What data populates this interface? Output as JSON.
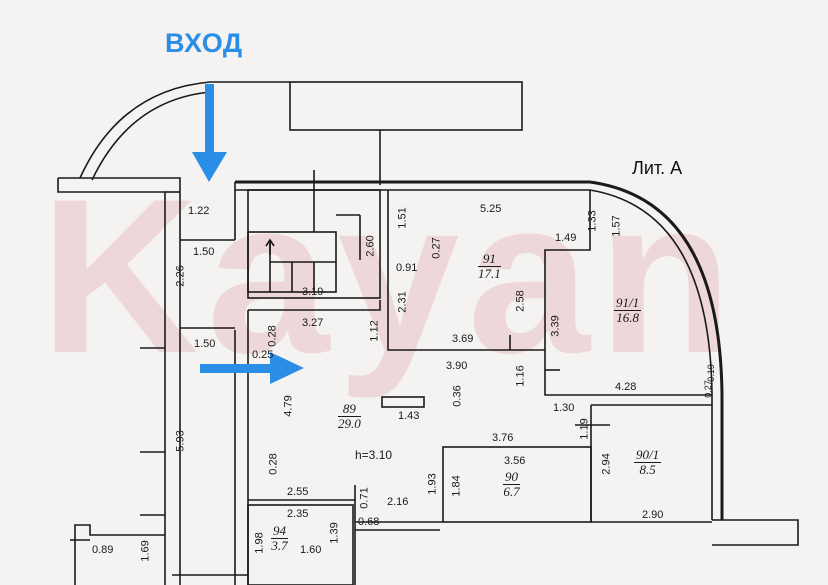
{
  "header": {
    "entrance_label": "ВХОД",
    "litera_label": "Лит. А"
  },
  "watermark": "Kayan",
  "colors": {
    "arrow": "#2a8ee6",
    "lines": "#1a1a1a",
    "watermark": "#e6a0a8"
  },
  "icons": {
    "entrance_arrow_down": "arrow-down-icon",
    "entrance_arrow_right": "arrow-right-icon"
  },
  "rooms": [
    {
      "id": "91",
      "number": "91",
      "area": "17.1"
    },
    {
      "id": "91-1",
      "number": "91/1",
      "area": "16.8"
    },
    {
      "id": "89",
      "number": "89",
      "area": "29.0"
    },
    {
      "id": "90",
      "number": "90",
      "area": "6.7"
    },
    {
      "id": "90-1",
      "number": "90/1",
      "area": "8.5"
    },
    {
      "id": "94",
      "number": "94",
      "area": "3.7"
    }
  ],
  "ceiling_height": "h=3.10",
  "dimensions": [
    "1.22",
    "1.50",
    "2.26",
    "1.50",
    "5.93",
    "0.89",
    "1.69",
    "3.19",
    "2.60",
    "3.27",
    "1.12",
    "0.28",
    "0.25",
    "4.79",
    "1.51",
    "0.91",
    "0.27",
    "5.25",
    "2.31",
    "2.58",
    "3.69",
    "1.49",
    "1.33",
    "1.57",
    "3.39",
    "3.90",
    "1.16",
    "0.36",
    "1.43",
    "0.28",
    "1.30",
    "1.19",
    "4.28",
    "0.19",
    "0.27",
    "3.76",
    "3.56",
    "2.94",
    "1.93",
    "1.84",
    "2.55",
    "2.35",
    "0.71",
    "0.68",
    "2.16",
    "1.98",
    "1.39",
    "1.60",
    "2.90"
  ]
}
